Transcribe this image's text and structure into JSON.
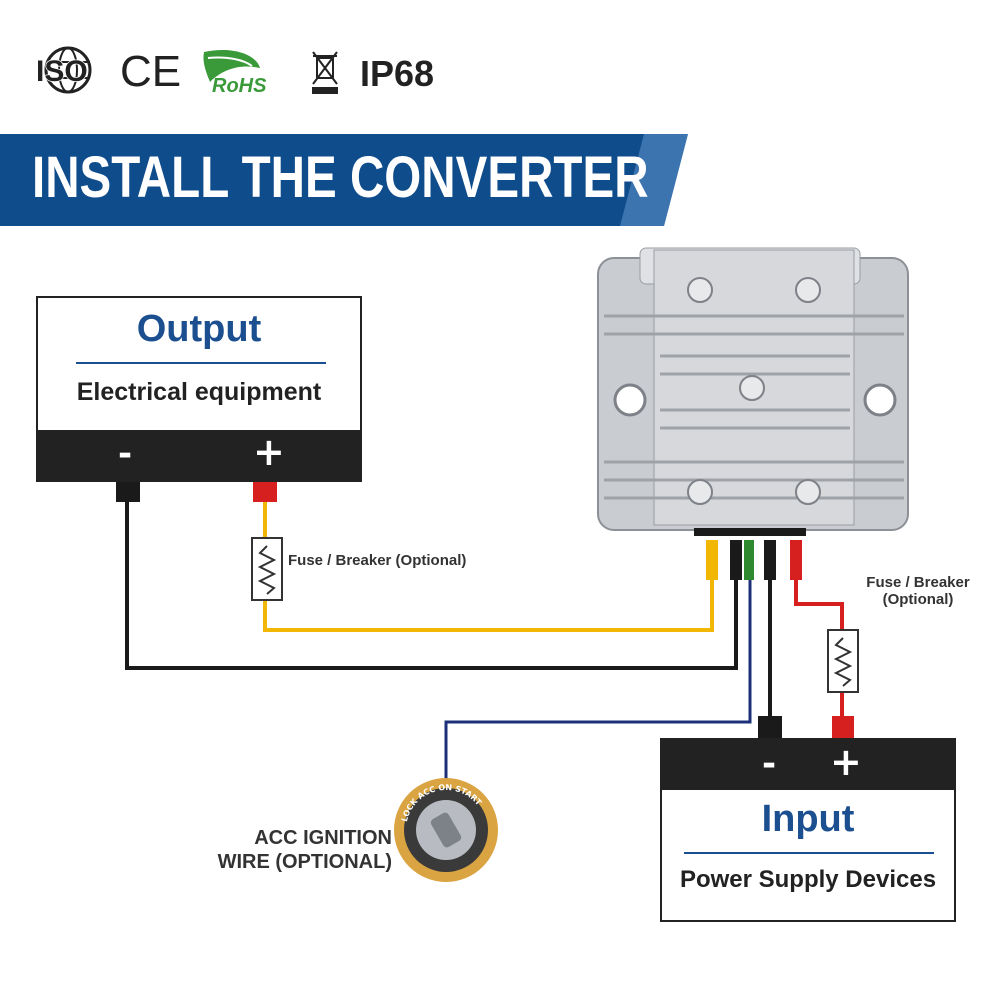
{
  "certifications": {
    "iso": "ISO",
    "ce": "CE",
    "rohs": "RoHS",
    "ip": "IP68",
    "icons": [
      "globe-icon",
      "weee-bin-icon",
      "leaf-icon"
    ]
  },
  "banner": {
    "title": "INSTALL THE CONVERTER",
    "color": "#0f4c8c"
  },
  "output_box": {
    "title": "Output",
    "subtitle": "Electrical equipment",
    "neg": "-",
    "pos": "+"
  },
  "input_box": {
    "title": "Input",
    "subtitle": "Power Supply Devices",
    "neg": "-",
    "pos": "+"
  },
  "fuse_output": "Fuse / Breaker (Optional)",
  "fuse_input": [
    "Fuse / Breaker",
    "(Optional)"
  ],
  "ignition": {
    "label_line1": "ACC IGNITION",
    "label_line2": "WIRE (OPTIONAL)",
    "switch_text": "LOCK ACC ON START"
  },
  "wire_colors": {
    "yellow": "#f2b705",
    "black": "#1a1a1a",
    "blue": "#1c2f7a",
    "green": "#2f8a2f",
    "red": "#d62020"
  }
}
